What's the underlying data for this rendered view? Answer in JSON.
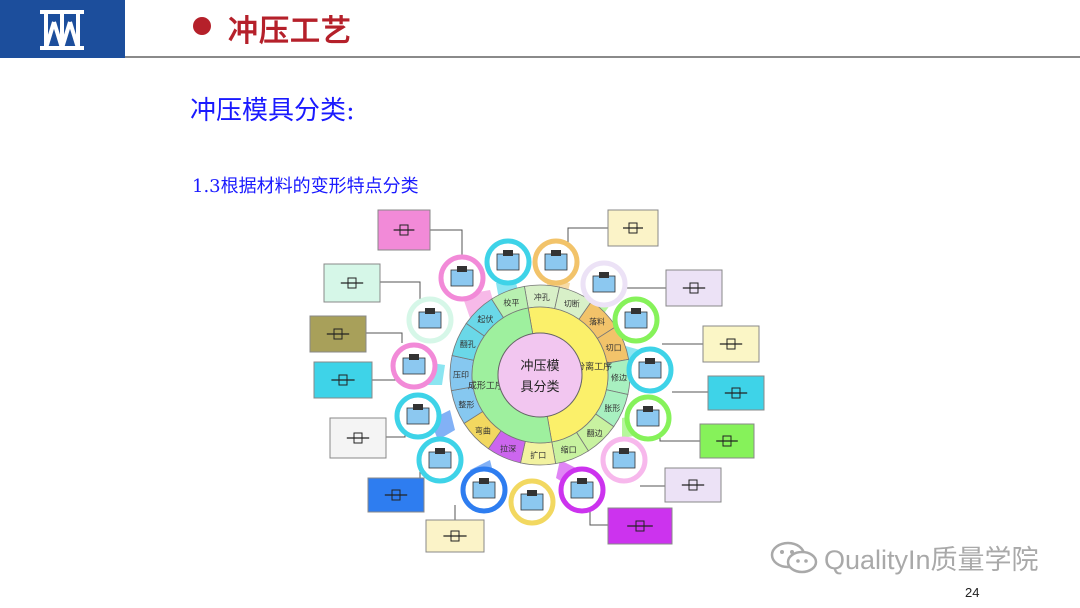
{
  "header": {
    "title": "冲压工艺"
  },
  "content": {
    "subtitle": "冲压模具分类:",
    "section": "1.3根据材料的变形特点分类"
  },
  "diagram": {
    "center_label_line1": "冲压模",
    "center_label_line2": "具分类",
    "inner_ring": [
      "分离工序",
      "成形工序"
    ],
    "outer_ring": [
      "冲孔",
      "切断",
      "落料",
      "切口",
      "修边",
      "胀形",
      "翻边",
      "缩口",
      "扩口",
      "拉深",
      "弯曲",
      "整形",
      "压印",
      "翻孔",
      "起伏",
      "校平"
    ],
    "colors": {
      "pink": "#f28ad8",
      "mint": "#d6f7e8",
      "tan": "#a8a05a",
      "cyan": "#3ed3e8",
      "lightgray": "#f4f4f4",
      "blue": "#2e7df0",
      "ivory": "#fbf3c8",
      "lavender": "#ece2f6",
      "cream": "#fbf6c6",
      "green": "#86f25a",
      "magenta": "#cc33ee",
      "center": "#f2c6f0"
    }
  },
  "footer": {
    "page_number": "24",
    "watermark": "QualityIn质量学院"
  }
}
